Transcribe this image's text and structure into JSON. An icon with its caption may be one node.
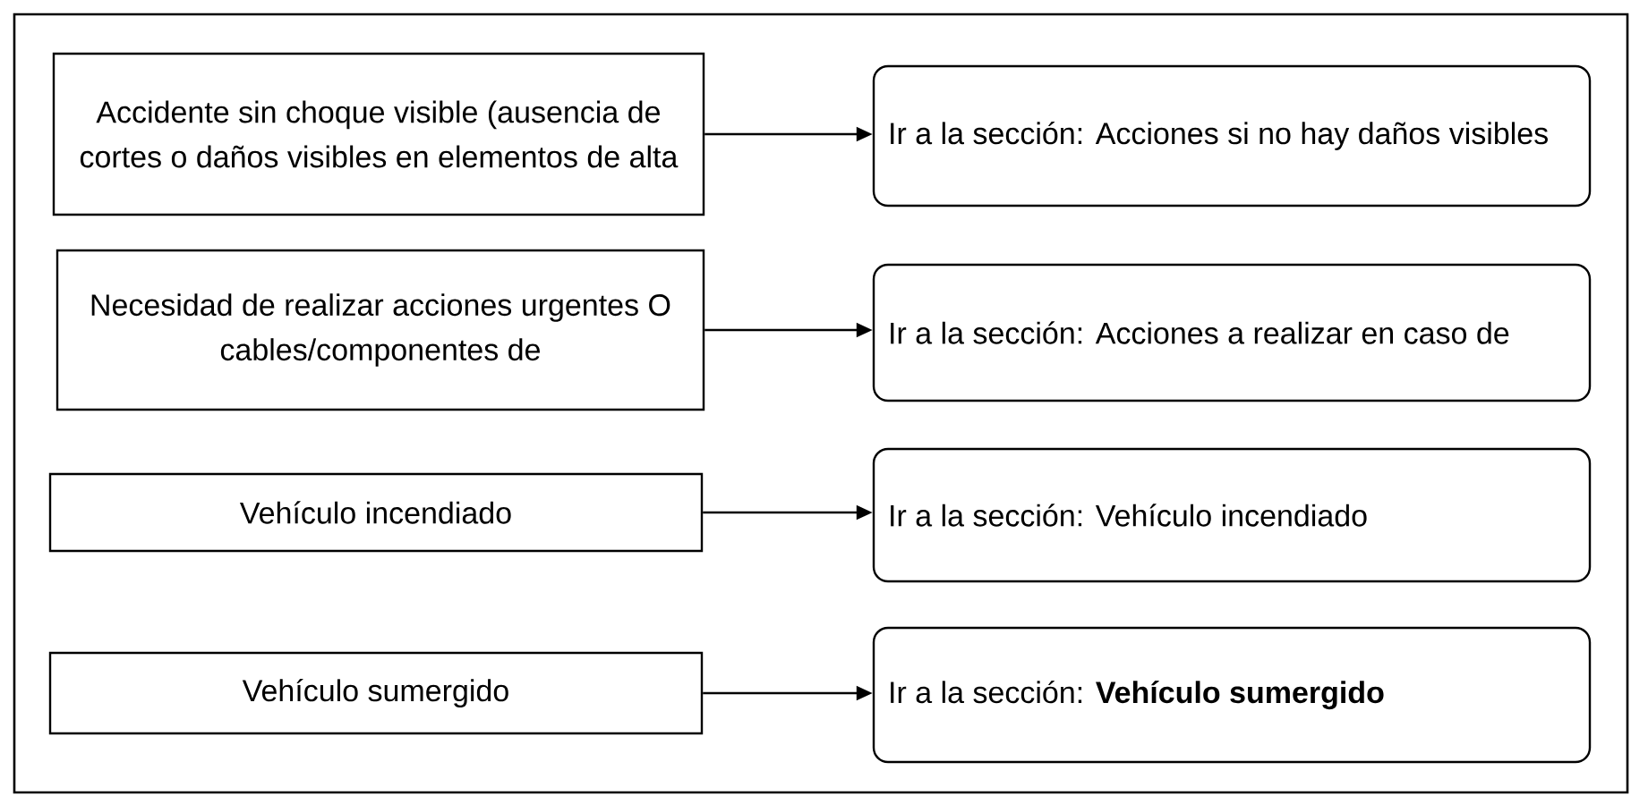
{
  "diagram": {
    "nodes": [
      {
        "text": [
          "Accidente sin choque visible (ausencia de cortes o daños visibles en elementos de alta"
        ]
      },
      {
        "text": [
          "Ir a la sección: Acciones si no hay daños visibles"
        ]
      },
      {
        "text": [
          "Necesidad de realizar acciones urgentes O cables/componentes de"
        ]
      },
      {
        "text": [
          "Ir a la sección: Acciones a realizar en caso de"
        ]
      },
      {
        "text": [
          "Vehículo incendiado"
        ]
      },
      {
        "text": [
          "Ir a la sección: Vehículo incendiado"
        ]
      },
      {
        "text": [
          "Vehículo sumergido"
        ]
      },
      {
        "text": [
          "Ir a la sección: **Vehículo sumergido**"
        ]
      }
    ],
    "edges": [
      {
        "from": 0,
        "to": 1,
        "arrow": "to"
      },
      {
        "from": 2,
        "to": 3,
        "arrow": "to"
      },
      {
        "from": 4,
        "to": 5,
        "arrow": "to"
      },
      {
        "from": 6,
        "to": 7,
        "arrow": "to"
      }
    ]
  }
}
